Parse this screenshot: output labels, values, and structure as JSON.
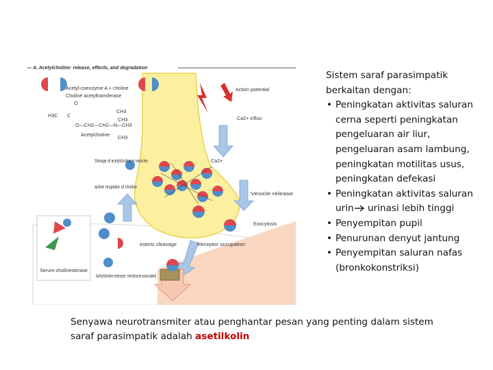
{
  "figure": {
    "title": "A. Acetylcholine: release, effects, and degradation",
    "labels": {
      "acetyl_coa": "Acetyl-coenzyme A + choline",
      "choline_acetyltransferase": "Choline acetyltransferase",
      "acetylcholine": "Acetylcholine",
      "ch3_1": "CH3",
      "ch3_2": "CH3",
      "ch3_3": "CH3",
      "h3c": "H3C",
      "o": "O",
      "c": "C",
      "chain": "O—CH2—CH2—N—CH3",
      "action_potential": "Action potential",
      "ca_influx": "Ca2+ influx",
      "ca": "Ca2+",
      "storage": "Storage of acetylcholine in vesicles",
      "reuptake": "active reuptake of choline",
      "vesicle_release": "Vesicle release",
      "exocytosis": "Exocytosis",
      "esteric": "esteric cleavage",
      "receptor": "Receptor occupation",
      "serum": "Serum-cholinesterase",
      "ache": "Acetylcholine esterase: membrane-associated"
    },
    "colors": {
      "terminal_fill": "#fbf0a0",
      "terminal_stroke": "#e6d24a",
      "molecule_red": "#e0474c",
      "molecule_blue": "#4f8ec9",
      "arrow_blue": "#a9c6e6",
      "spark_red": "#d9322e",
      "cleft_peach": "#f9d7c1",
      "cholinesterase_green": "#3a9a4f"
    }
  },
  "side_panel": {
    "heading": "Sistem saraf parasimpatik berkaitan dengan:",
    "bullets": [
      "Peningkatan aktivitas saluran cerna seperti peningkatan pengeluaran air liur, pengeluaran asam lambung, peningkatan motilitas usus, peningkatan defekasi",
      "Penyempitan pupil",
      "Penurunan denyut jantung",
      "Penyempitan saluran nafas (bronkokonstriksi)"
    ],
    "bullet_urine_a": "Peningkatan aktivitas saluran urin",
    "bullet_urine_b": " urinasi lebih tinggi"
  },
  "footer": {
    "text_plain": "Senyawa neurotransmiter atau penghantar pesan yang penting dalam sistem saraf parasimpatik adalah ",
    "text_accent": "asetilkolin"
  }
}
